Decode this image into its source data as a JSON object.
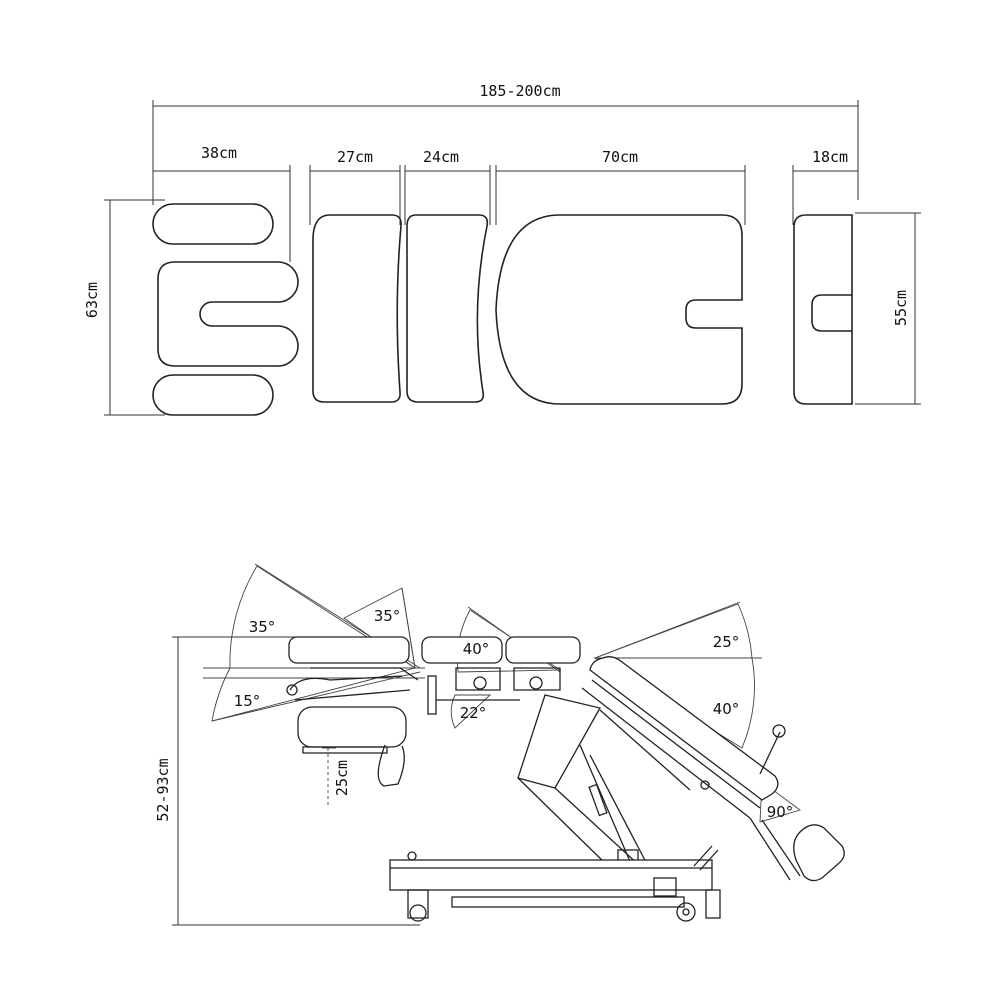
{
  "top_view": {
    "total_length": "185-200cm",
    "head_length": "38cm",
    "chest_length": "27cm",
    "lumbar_length": "24cm",
    "leg_length": "70cm",
    "foot_length": "18cm",
    "head_width": "63cm",
    "body_width": "55cm"
  },
  "side_view": {
    "head_up_angle": "35°",
    "armrest_angle": "35°",
    "head_down_angle": "15°",
    "chest_angle": "40°",
    "lumbar_angle": "22°",
    "leg_up_angle": "25°",
    "leg_down_angle": "40°",
    "foot_angle": "90°",
    "armrest_drop": "25cm",
    "height_range": "52-93cm"
  }
}
